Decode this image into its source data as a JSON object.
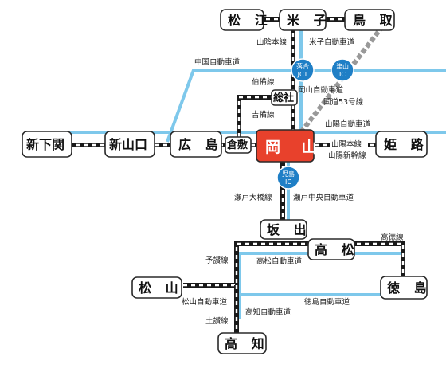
{
  "stations": {
    "matsue": "松 江",
    "yonago": "米 子",
    "tottori": "鳥 取",
    "shinshimonoseki": "新下関",
    "shinyamaguchi": "新山口",
    "hiroshima": "広 島",
    "kurashiki": "倉敷",
    "okayama": "岡 山",
    "himeji": "姫 路",
    "soja": "総社",
    "sakaide": "坂 出",
    "takamatsu": "高 松",
    "matsuyama": "松 山",
    "tokushima": "徳 島",
    "kochi": "高 知"
  },
  "lines": {
    "sanin_main": "山陰本線",
    "yonago_expressway": "米子自動車道",
    "chugoku_expressway": "中国自動車道",
    "hakubi_line": "伯備線",
    "okayama_expressway": "岡山自動車道",
    "route53": "国道53号線",
    "kibi_line": "吉備線",
    "sanyo_expressway": "山陽自動車道",
    "sanyo_main": "山陽本線",
    "sanyo_shinkansen": "山陽新幹線",
    "seto_ohashi_line": "瀬戸大橋線",
    "seto_chuo_expressway": "瀬戸中央自動車道",
    "kotoku_line": "高徳線",
    "yosan_line": "予讃線",
    "takamatsu_expressway": "高松自動車道",
    "matsuyama_expressway": "松山自動車道",
    "tokushima_expressway": "徳島自動車道",
    "kochi_expressway": "高知自動車道",
    "dosan_line": "土讃線"
  },
  "interchanges": {
    "ochiai_jct": [
      "落合",
      "JCT"
    ],
    "tsuyama_ic": [
      "津山",
      "IC"
    ],
    "kojima_ic": [
      "児島",
      "IC"
    ]
  },
  "colors": {
    "expressway": "#7ec8eb",
    "railway": "#1a1a1a",
    "okayama_hub": "#e8412c",
    "interchange": "#1f7fc6",
    "route53": "#999999"
  }
}
